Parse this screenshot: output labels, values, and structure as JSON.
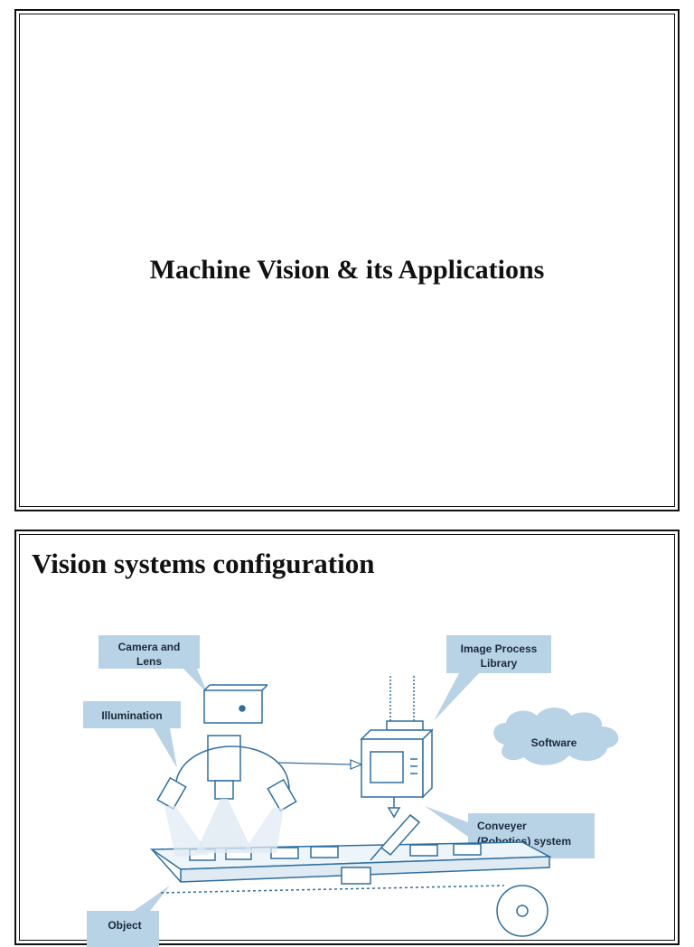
{
  "slide1": {
    "title": "Machine Vision & its Applications"
  },
  "slide2": {
    "title": "Vision systems configuration",
    "diagram": {
      "callouts": {
        "camera_line1": "Camera and",
        "camera_line2": "Lens",
        "image_line1": "Image Process",
        "image_line2": "Library",
        "illumination": "Illumination",
        "software": "Software",
        "conveyer_line1": "Conveyer",
        "conveyer_line2": "(Robotics) system",
        "object": "Object"
      },
      "colors": {
        "callout_fill": "#b8d3e6",
        "line": "#2f6f9f"
      }
    }
  }
}
